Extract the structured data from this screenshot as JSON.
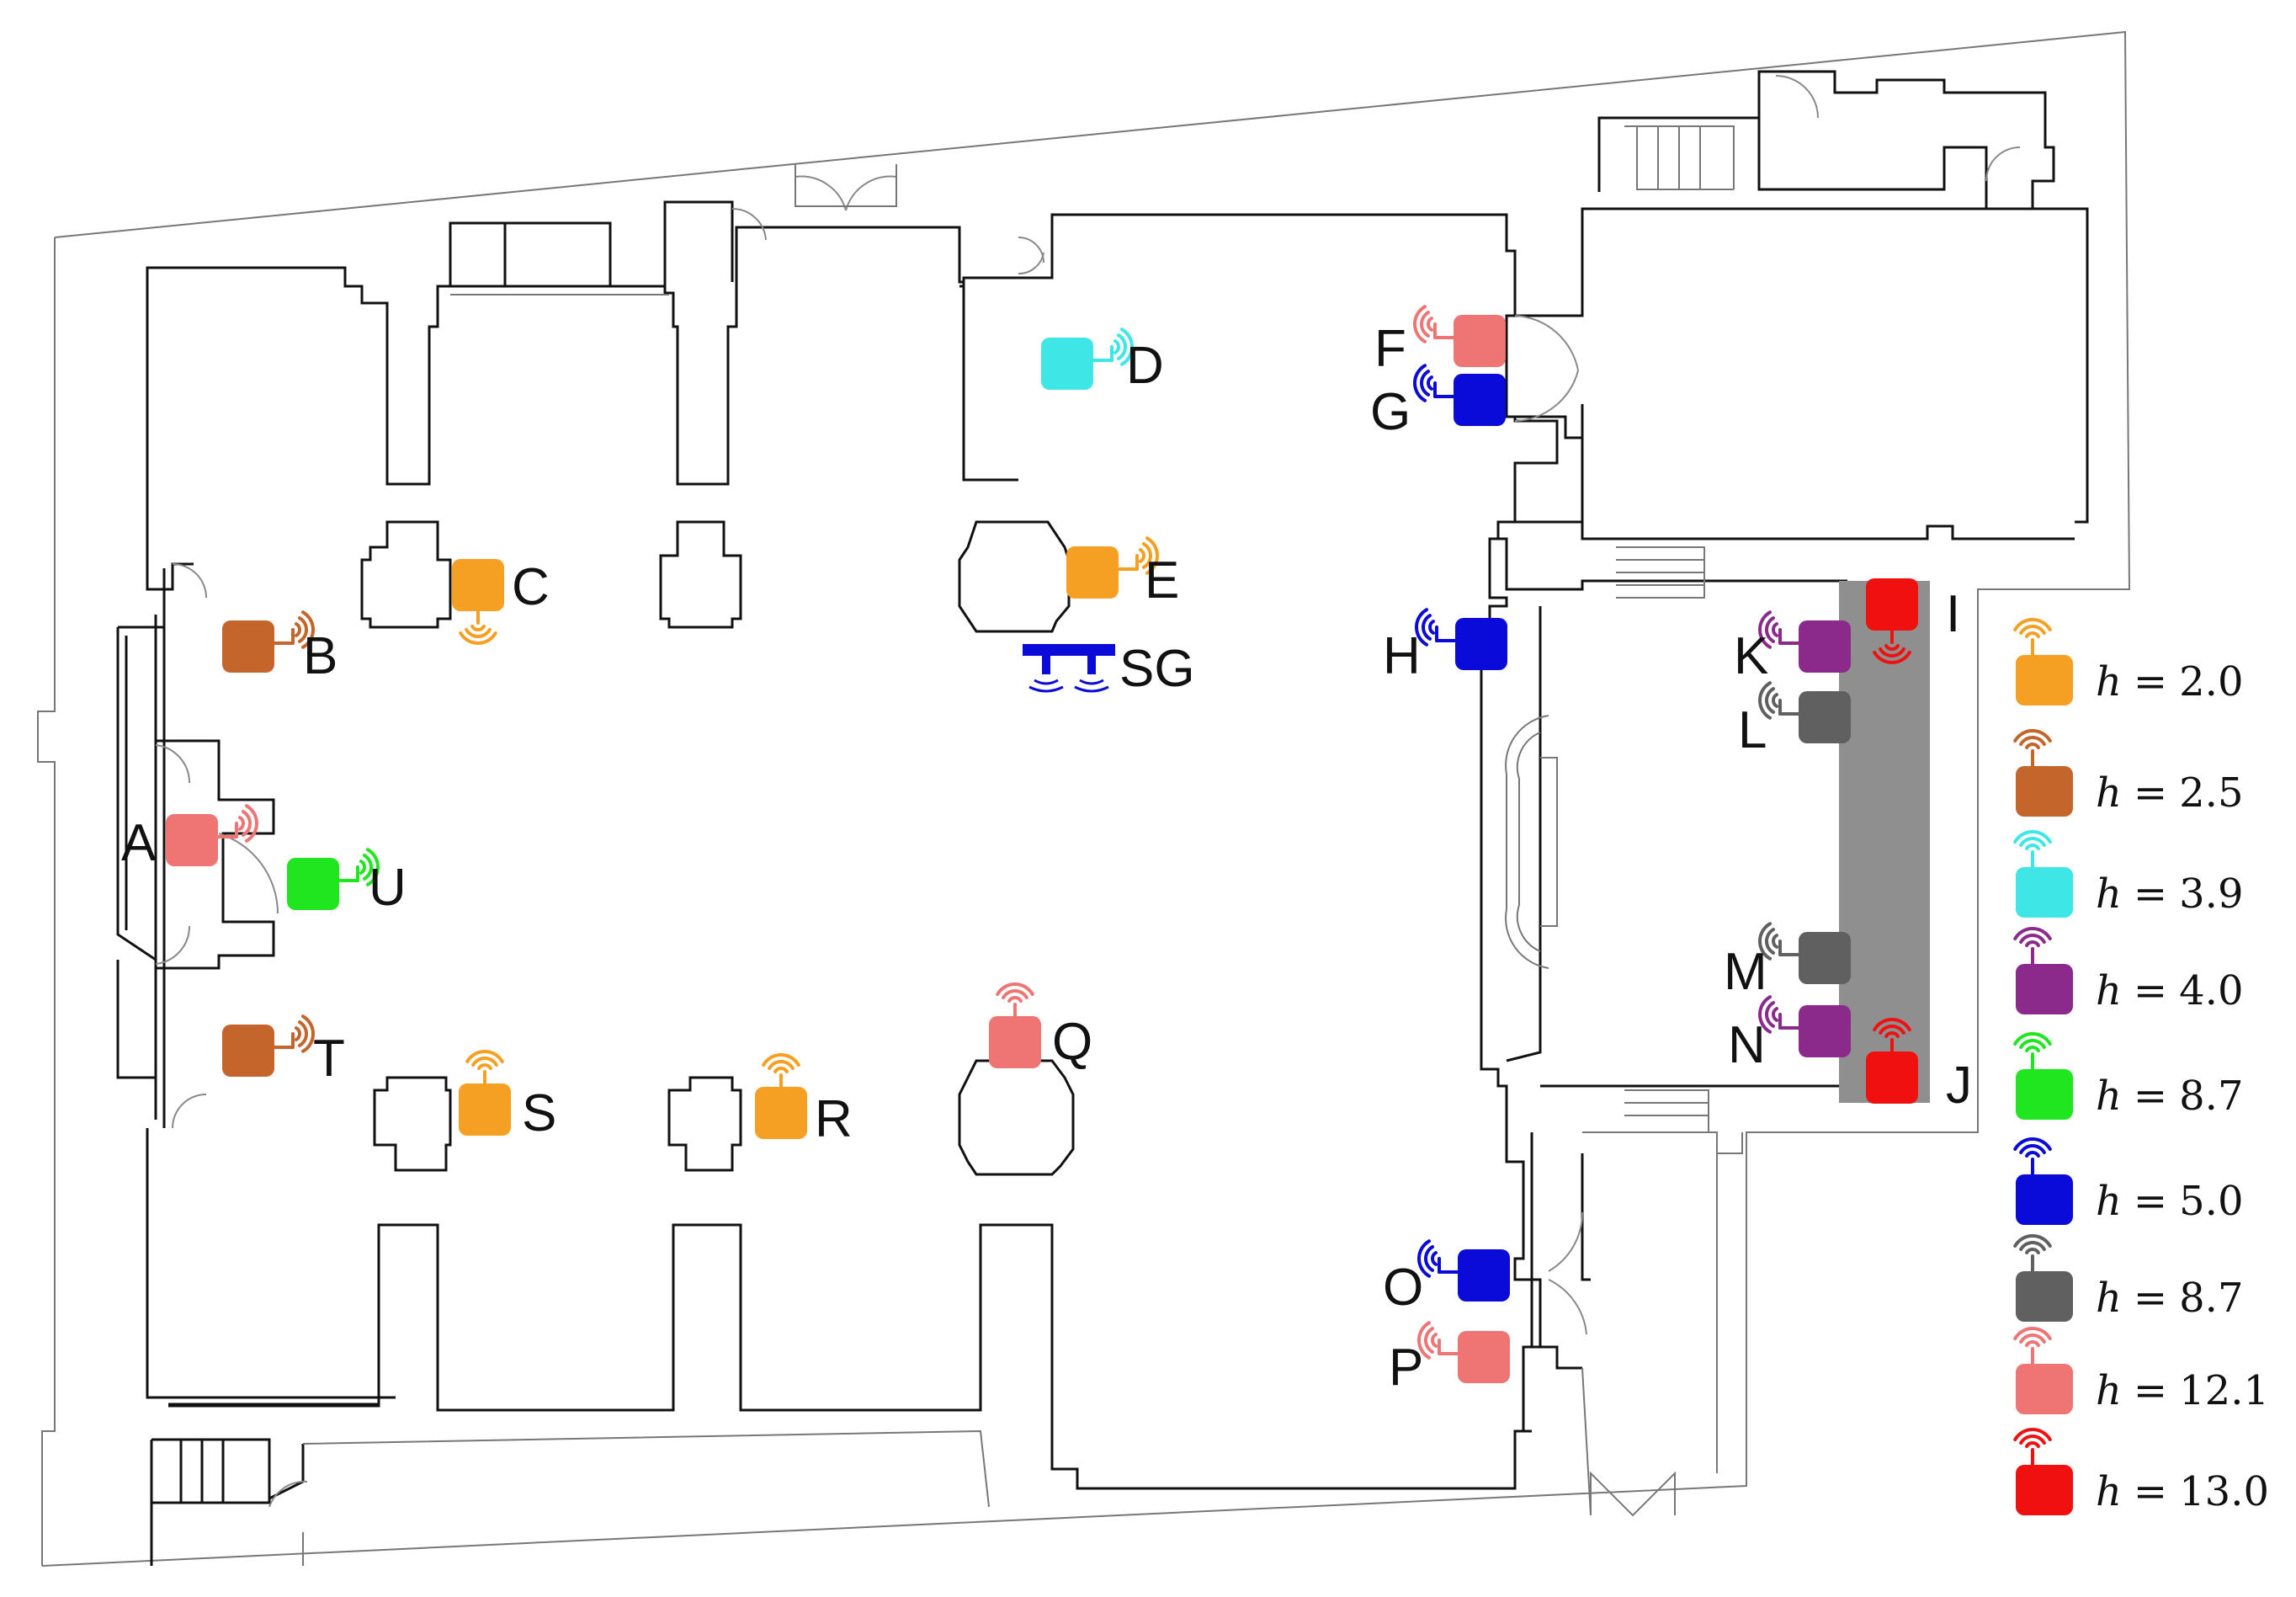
{
  "colors": {
    "orange": "#f5a023",
    "brown": "#c4652b",
    "cyan": "#3fe6e6",
    "purple": "#8c2a8c",
    "green": "#1fe61f",
    "blue": "#0a0ad9",
    "gray": "#606060",
    "pink": "#ef7575",
    "red": "#f01010",
    "platform": "#8f8f8f"
  },
  "nodes": [
    {
      "id": "A",
      "label": "A",
      "color": "pink"
    },
    {
      "id": "B",
      "label": "B",
      "color": "brown"
    },
    {
      "id": "C",
      "label": "C",
      "color": "orange"
    },
    {
      "id": "D",
      "label": "D",
      "color": "cyan"
    },
    {
      "id": "E",
      "label": "E",
      "color": "orange"
    },
    {
      "id": "F",
      "label": "F",
      "color": "pink"
    },
    {
      "id": "G",
      "label": "G",
      "color": "blue"
    },
    {
      "id": "H",
      "label": "H",
      "color": "blue"
    },
    {
      "id": "I",
      "label": "I",
      "color": "red"
    },
    {
      "id": "J",
      "label": "J",
      "color": "red"
    },
    {
      "id": "K",
      "label": "K",
      "color": "purple"
    },
    {
      "id": "L",
      "label": "L",
      "color": "gray"
    },
    {
      "id": "M",
      "label": "M",
      "color": "gray"
    },
    {
      "id": "N",
      "label": "N",
      "color": "purple"
    },
    {
      "id": "O",
      "label": "O",
      "color": "blue"
    },
    {
      "id": "P",
      "label": "P",
      "color": "pink"
    },
    {
      "id": "Q",
      "label": "Q",
      "color": "pink"
    },
    {
      "id": "R",
      "label": "R",
      "color": "orange"
    },
    {
      "id": "S",
      "label": "S",
      "color": "orange"
    },
    {
      "id": "T",
      "label": "T",
      "color": "brown"
    },
    {
      "id": "U",
      "label": "U",
      "color": "green"
    }
  ],
  "sink": {
    "label": "SG",
    "color": "blue"
  },
  "legend": [
    {
      "color": "orange",
      "value": "2.0"
    },
    {
      "color": "brown",
      "value": "2.5"
    },
    {
      "color": "cyan",
      "value": "3.9"
    },
    {
      "color": "purple",
      "value": "4.0"
    },
    {
      "color": "green",
      "value": "8.7"
    },
    {
      "color": "blue",
      "value": "5.0"
    },
    {
      "color": "gray",
      "value": "8.7"
    },
    {
      "color": "pink",
      "value": "12.1"
    },
    {
      "color": "red",
      "value": "13.0"
    }
  ],
  "legend_var": "h",
  "legend_eq": "="
}
